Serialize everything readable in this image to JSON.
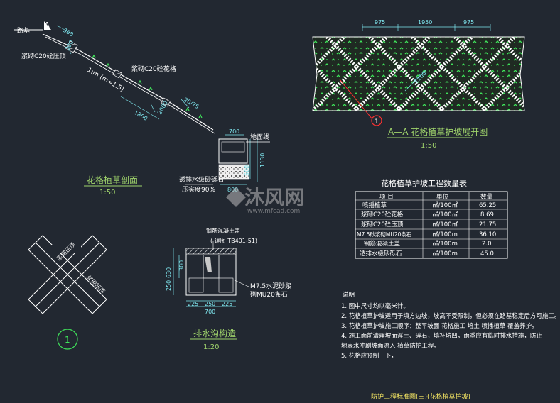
{
  "section_view": {
    "label_a": "A",
    "road_label": "路基",
    "slope_label": "浆砌C20砼压顶",
    "ratio": "1:m (m=1.5)",
    "frame_label": "浆砌C20砼花格",
    "dim_300": "300",
    "dim_200": "200",
    "dim_1800": "1800",
    "dim_2000": "2000",
    "dim_20_75": "20/75",
    "dim_700": "700",
    "dim_500": "500",
    "dim_1130": "1130",
    "dim_800": "800",
    "ground_label": "地面线",
    "gravel_label": "透排水级砂砾石",
    "compact_label": "压实度90%",
    "title": "花格植草剖面",
    "scale": "1:50"
  },
  "elevation_view": {
    "dim_975_left": "975",
    "dim_1950": "1950",
    "dim_975_right": "975",
    "dim_diag": "1100",
    "callout": "1",
    "title": "A—A  花格植草护坡展开图",
    "scale": "1:50"
  },
  "quantity_table": {
    "title": "花格植草护坡工程数量表",
    "headers": [
      "项  目",
      "单位",
      "数量"
    ],
    "rows": [
      [
        "喷播植草",
        "㎡/100㎡",
        "65.25"
      ],
      [
        "浆砌C20砼花格",
        "㎡/100㎡",
        "8.69"
      ],
      [
        "浆砌C20砼压顶",
        "㎡/100㎡",
        "21.75"
      ],
      [
        "M7.5砂浆砌MU20条石",
        "㎡/100m",
        "36.10"
      ],
      [
        "钢筋混凝土盖",
        "㎡/100m",
        "2.0"
      ],
      [
        "透排水级砂砾石",
        "㎡/100m",
        "45.0"
      ]
    ]
  },
  "drain_view": {
    "cover_label": "钢筋混凝土盖",
    "std_label": "( 详图 TB401-51)",
    "mortar_label": "M7.5水泥砂浆",
    "stone_label": "砌MU20条石",
    "dim_630": "630",
    "dim_300": "300",
    "dim_250": "250",
    "dim_225a": "225",
    "dim_250b": "250",
    "dim_225b": "225",
    "dim_700": "700",
    "title": "排水沟构造",
    "scale": "1:20"
  },
  "detail_view": {
    "label_top": "浆砌压顶",
    "label_right": "浆砌压顶",
    "callout": "1"
  },
  "notes": {
    "heading": "说明",
    "items": [
      "1. 图中尺寸均以毫米计。",
      "2. 花格植草护坡适用于填方边坡，坡高不受限制，但必须在路基稳定后方可施工。",
      "3. 花格植草护坡施工顺序：整平坡面    花格施工    培土    喷播植草    覆盖养护。",
      "4. 施工面前清理坡面浮土、碎石，填补坑凹，雨季应有临时排水措施，防止",
      "   地表水冲刷坡面流入    植草防护工程。",
      "5. 花格应预制于下，"
    ]
  },
  "footer": {
    "title": "防护工程标准图(三)(花格植草护坡)"
  },
  "watermark": {
    "brand": "沐风网",
    "url": "www.mfcad.com"
  }
}
